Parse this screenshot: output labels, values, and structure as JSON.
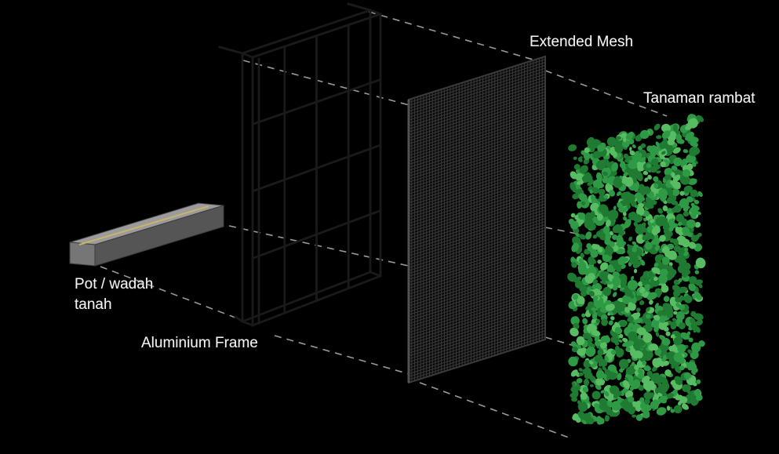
{
  "labels": {
    "mesh": "Extended Mesh",
    "plants": "Tanaman rambat",
    "pot_line1": "Pot / wadah",
    "pot_line2": "tanah",
    "frame": "Aluminium Frame"
  },
  "colors": {
    "background": "#000000",
    "frame_line": "#1a1a1a",
    "guide_dash": "#9a9a9a",
    "pot_top": "#9b9b9b",
    "pot_front": "#767676",
    "pot_side": "#555555",
    "mesh_line": "#3a3a3a",
    "plant_dark": "#1f7a32",
    "plant_mid": "#2f9a46",
    "plant_light": "#58bc63",
    "label_text": "#f4f4f4"
  }
}
